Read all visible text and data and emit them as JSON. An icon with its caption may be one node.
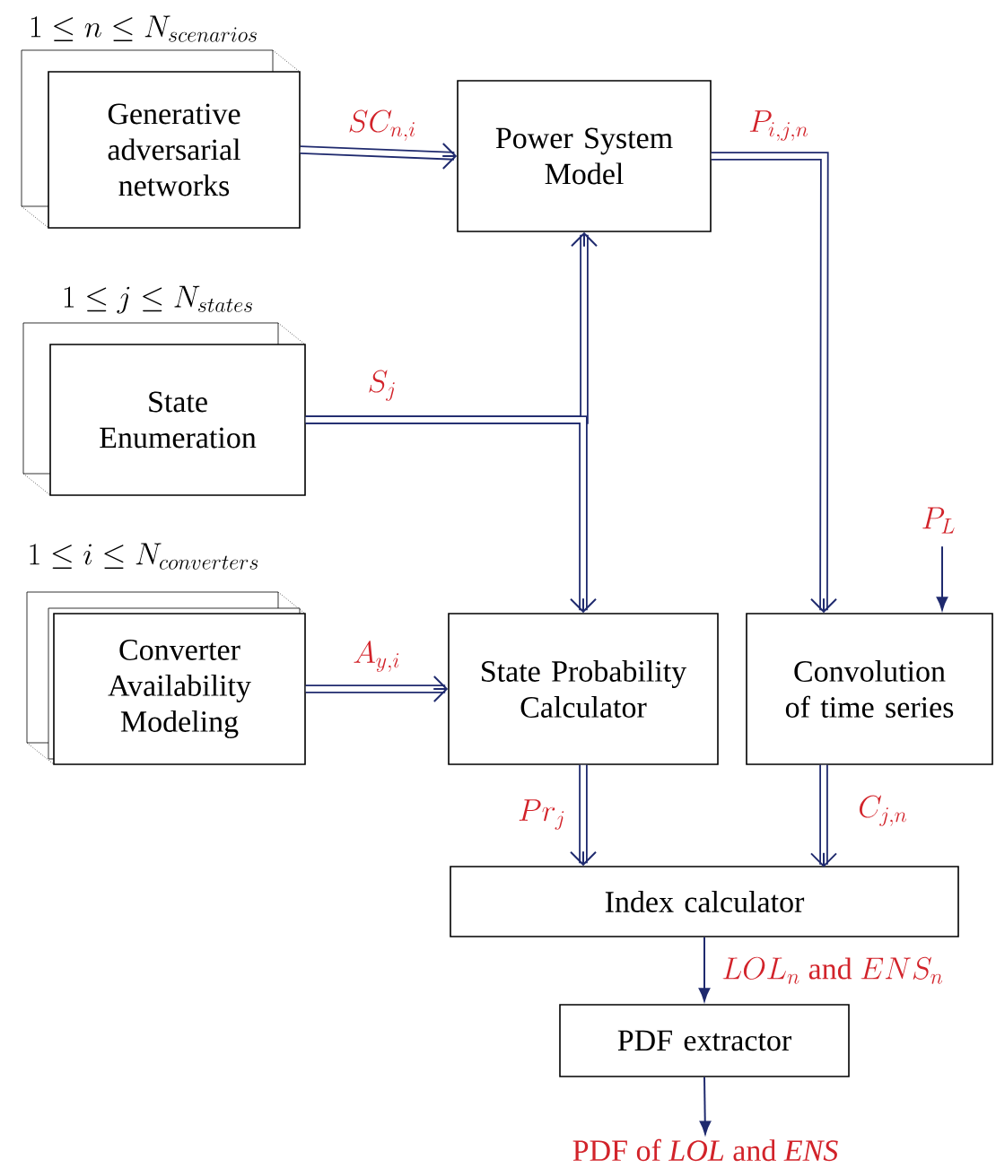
{
  "diagram": {
    "nodes": [
      {
        "text": [
          "1 \\leq n \\leq N_{scenarios}",
          "Generative adversarial networks"
        ]
      },
      {
        "text": [
          "Power System Model"
        ]
      },
      {
        "text": [
          "1 \\leq j \\leq N_{states}",
          "State Enumeration"
        ]
      },
      {
        "text": [
          "1 \\leq i \\leq N_{converters}",
          "Converter Availability Modeling"
        ]
      },
      {
        "text": [
          "State Probability Calculator"
        ]
      },
      {
        "text": [
          "Convolution of time series"
        ]
      },
      {
        "text": [
          "Index calculator"
        ]
      },
      {
        "text": [
          "PDF extractor"
        ]
      },
      {
        "text": [
          "PDF of *LOL* and *ENS*"
        ]
      }
    ],
    "edges": [
      {
        "from": 0,
        "to": 1,
        "arrow": "to",
        "label": "SC_{n,i}"
      },
      {
        "from": 1,
        "to": 5,
        "arrow": "to",
        "label": "P_{i,j,n}"
      },
      {
        "from": 2,
        "to": 1,
        "arrow": "to",
        "label": "S_{j}"
      },
      {
        "from": 2,
        "to": 4,
        "arrow": "to"
      },
      {
        "from": 3,
        "to": 4,
        "arrow": "to",
        "label": "A_{y,i}"
      },
      {
        "from": null,
        "to": 5,
        "arrow": "to",
        "label": "P_{L}"
      },
      {
        "from": 4,
        "to": 6,
        "arrow": "to",
        "label": "Pr_{j}"
      },
      {
        "from": 5,
        "to": 6,
        "arrow": "to",
        "label": "C_{j,n}"
      },
      {
        "from": 6,
        "to": 7,
        "arrow": "to",
        "label": "LOL_{n}\\ \\mathrm{and}\\ ENS_{n}"
      },
      {
        "from": 7,
        "to": 8,
        "arrow": "to"
      }
    ]
  }
}
